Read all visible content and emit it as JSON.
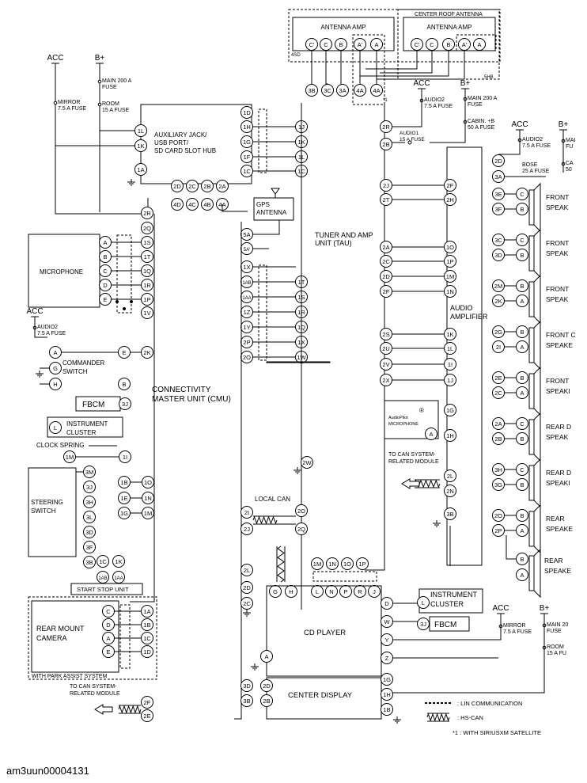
{
  "doc_id": "am3uun00004131",
  "power": {
    "acc": "ACC",
    "bplus": "B+"
  },
  "fuses": {
    "main": [
      "MAIN 200 A",
      "FUSE"
    ],
    "mirror": [
      "MIRROR",
      "7.5 A FUSE"
    ],
    "room": [
      "ROOM",
      "15 A FUSE"
    ],
    "audio2": [
      "AUDIO2",
      "7.5 A FUSE"
    ],
    "audio1": [
      "AUDIO1",
      "15 A FUSE"
    ],
    "cabin": [
      "CABIN. +B",
      "50 A FUSE"
    ],
    "bose": [
      "BOSE",
      "25 A FUSE"
    ],
    "main_r": [
      "MAI",
      "FU"
    ],
    "cab_r": [
      "CA",
      "50"
    ],
    "main_b": [
      "MAIN 20",
      "FUSE"
    ],
    "room_b": [
      "ROOM",
      "15 A FU"
    ]
  },
  "units": {
    "aux_hub": [
      "AUXILIARY JACK/",
      "USB PORT/",
      "SD CARD SLOT HUB"
    ],
    "antenna_amp": "ANTENNA AMP",
    "center_roof": "CENTER ROOF ANTENNA",
    "gps": [
      "GPS",
      "ANTENNA"
    ],
    "tau": [
      "TUNER AND AMP",
      "UNIT (TAU)"
    ],
    "audio_amp": [
      "AUDIO",
      "AMPLIFIER"
    ],
    "microphone": "MICROPHONE",
    "commander": [
      "COMMANDER",
      "SWITCH"
    ],
    "fbcm": "FBCM",
    "instrument_cluster": [
      "INSTRUMENT",
      "CLUSTER"
    ],
    "clock_spring": "CLOCK SPRING",
    "steering_switch": [
      "STEERING",
      "SWITCH"
    ],
    "cmu": [
      "CONNECTIVITY",
      "MASTER UNIT (CMU)"
    ],
    "start_stop": "START STOP UNIT",
    "rear_camera": [
      "REAR MOUNT",
      "CAMERA"
    ],
    "park_assist": "WITH PARK ASSIST SYSTEM",
    "cd_player": "CD PLAYER",
    "center_display": "CENTER DISPLAY",
    "audiopilot": [
      "AudioPilot",
      "MICROPHONE"
    ],
    "local_can": "LOCAL CAN",
    "to_can": [
      "TO CAN SYSTEM-",
      "RELATED MODULE"
    ],
    "star_mark": "*1"
  },
  "connector_labels": {
    "4sd": "4SD",
    "5hb": "5HB",
    "r": "®"
  },
  "speakers": [
    [
      "FRONT",
      "SPEAK"
    ],
    [
      "FRONT",
      "SPEAK"
    ],
    [
      "FRONT",
      "SPEAK"
    ],
    [
      "FRONT C",
      "SPEAKE"
    ],
    [
      "FRONT",
      "SPEAKI"
    ],
    [
      "REAR D",
      "SPEAK"
    ],
    [
      "REAR D",
      "SPEAKI"
    ],
    [
      "REAR",
      "SPEAKE"
    ],
    [
      "REAR",
      "SPEAKE"
    ]
  ],
  "legend": {
    "lin": ": LIN COMMUNICATION",
    "hscan": ": HS-CAN",
    "sirius": "*1 : WITH SIRIUSXM SATELLITE"
  }
}
